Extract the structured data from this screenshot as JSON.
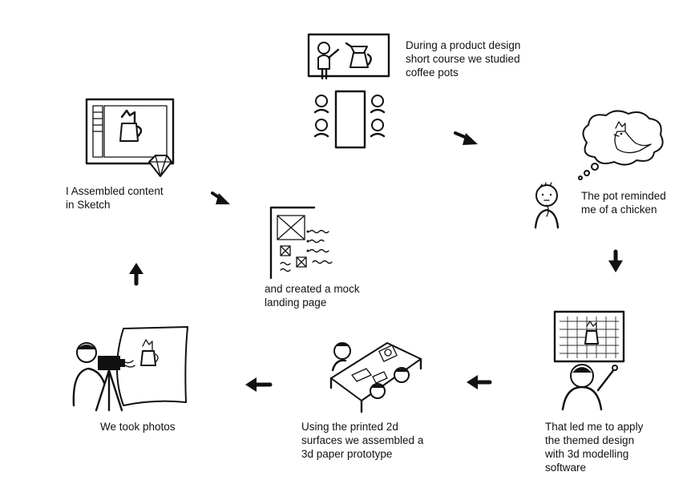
{
  "steps": [
    {
      "id": "study",
      "caption": "During a product design\nshort course we studied\ncoffee pots"
    },
    {
      "id": "chicken",
      "caption": "The pot reminded\nme of a chicken"
    },
    {
      "id": "modelling",
      "caption": "That led me to apply\nthe themed design\nwith 3d modelling\nsoftware"
    },
    {
      "id": "paper",
      "caption": "Using the printed 2d\nsurfaces we assembled a\n3d paper prototype"
    },
    {
      "id": "photos",
      "caption": "We took photos"
    },
    {
      "id": "sketch",
      "caption": "I Assembled content\nin Sketch"
    },
    {
      "id": "landing",
      "caption": "and created a mock\nlanding page"
    }
  ],
  "colors": {
    "ink": "#111111",
    "paper": "#ffffff"
  },
  "icons": [
    "presentation-board-icon",
    "meeting-table-icon",
    "thought-bubble-chicken-icon",
    "thinking-person-icon",
    "modelling-screen-icon",
    "paper-prototype-table-icon",
    "camera-photographer-icon",
    "sketch-app-window-icon",
    "wireframe-landing-page-icon",
    "arrow-icon"
  ]
}
